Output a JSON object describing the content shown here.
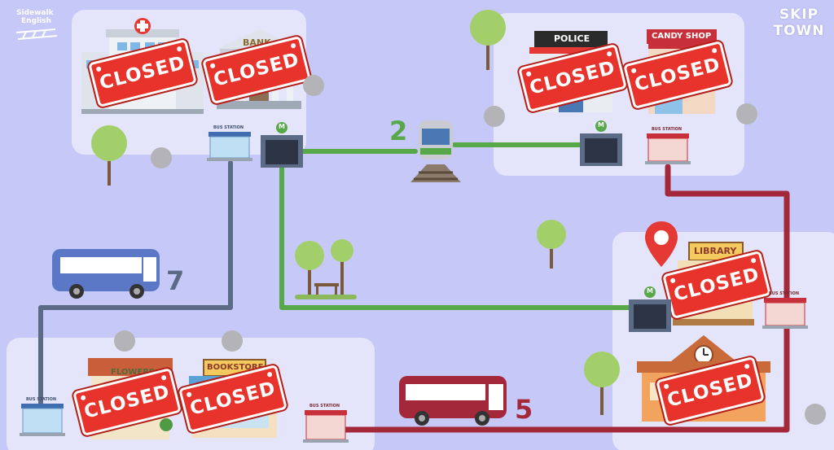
{
  "brand": {
    "line1": "Sidewalk",
    "line2": "English"
  },
  "map_title": {
    "line1": "SKIP",
    "line2": "TOWN"
  },
  "closed_label": "CLOSED",
  "buildings": {
    "hospital": "",
    "bank": "BANK",
    "police": "POLICE",
    "candy_shop": "CANDY SHOP",
    "library": "LIBRARY",
    "flowers": "FLOWERS",
    "bookstore": "BOOKSTORE",
    "bus_station": "BUS STATION",
    "metro": "M"
  },
  "routes": {
    "train": {
      "number": "2",
      "color": "#57a848"
    },
    "bus_gray": {
      "number": "7",
      "color": "#5b6a85"
    },
    "bus_red": {
      "number": "5",
      "color": "#a3283a"
    }
  },
  "colors": {
    "background": "#c6c8f7",
    "block": "#e4e4fb",
    "closed": "#e8332c",
    "pin": "#e53935"
  }
}
